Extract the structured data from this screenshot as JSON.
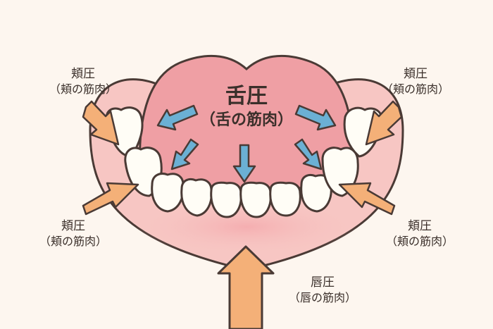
{
  "tongue": {
    "title": "舌圧",
    "subtitle": "（舌の筋肉）"
  },
  "cheek_labels": [
    {
      "title": "頬圧",
      "subtitle": "（頬の筋肉）"
    },
    {
      "title": "頬圧",
      "subtitle": "（頬の筋肉）"
    },
    {
      "title": "頬圧",
      "subtitle": "（頬の筋肉）"
    },
    {
      "title": "頬圧",
      "subtitle": "（頬の筋肉）"
    }
  ],
  "lip": {
    "title": "唇圧",
    "subtitle": "（唇の筋肉）"
  },
  "colors": {
    "background": "#fdf6ef",
    "gum": "#f7c6c3",
    "tongue": "#ef9fa4",
    "tooth": "#fffdf6",
    "outline": "#4a3a35",
    "orange_arrow": "#f4b078",
    "blue_arrow": "#6bb0d4"
  }
}
